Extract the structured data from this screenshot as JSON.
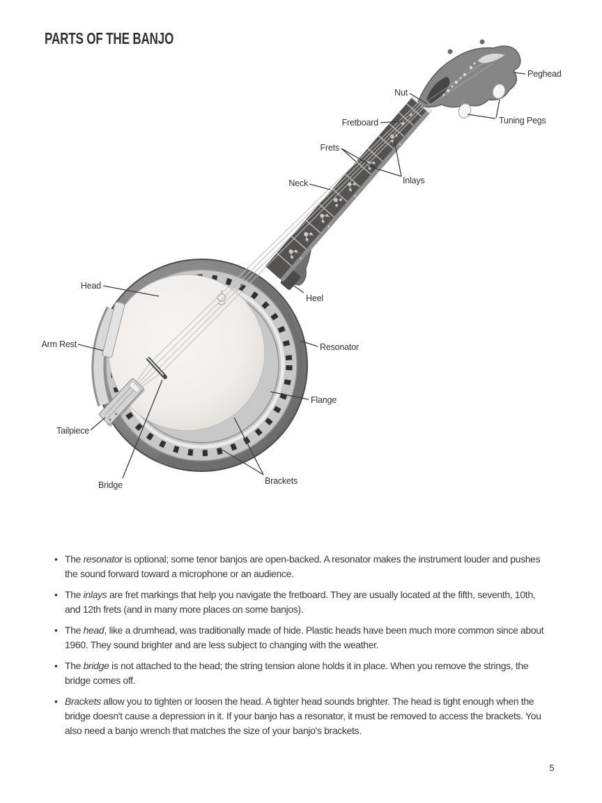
{
  "page": {
    "title": "PARTS OF THE BANJO",
    "page_number": "5"
  },
  "diagram": {
    "figure": "labeled photo of a four-string resonator banjo, angled with peghead at top right and pot at lower left",
    "labels": {
      "peghead": "Peghead",
      "nut": "Nut",
      "fretboard": "Fretboard",
      "tuning_pegs": "Tuning Pegs",
      "frets": "Frets",
      "inlays": "Inlays",
      "neck": "Neck",
      "head": "Head",
      "heel": "Heel",
      "arm_rest": "Arm Rest",
      "resonator": "Resonator",
      "flange": "Flange",
      "tailpiece": "Tailpiece",
      "bridge": "Bridge",
      "brackets": "Brackets"
    }
  },
  "bullets": [
    {
      "pre": "The ",
      "italic": "resonator",
      "rest": " is optional; some tenor banjos are open-backed. A resonator makes the instrument louder and pushes the sound forward toward a microphone or an audience."
    },
    {
      "pre": "The ",
      "italic": "inlays",
      "rest": " are fret markings that help you navigate the fretboard. They are usually located at the fifth, seventh, 10th, and 12th frets (and in many more places on some banjos)."
    },
    {
      "pre": "The ",
      "italic": "head",
      "rest": ", like a drumhead, was traditionally made of hide. Plastic heads have been much more common since about 1960. They sound brighter and are less subject to changing with the weather."
    },
    {
      "pre": "The ",
      "italic": "bridge",
      "rest": " is not attached to the head; the string tension alone holds it in place. When you remove the strings, the bridge comes off."
    },
    {
      "pre": "",
      "italic": "Brackets",
      "rest": " allow you to tighten or loosen the head. A tighter head sounds brighter. The head is tight enough when the bridge doesn't cause a depression in it. If your banjo has a resonator, it must be removed to access the brackets. You also need a banjo wrench that matches the size of your banjo's brackets."
    }
  ],
  "colors": {
    "paper": "#ffffff",
    "ink": "#3a3637",
    "label_ink": "#333031",
    "leader_line": "#3c3a3b",
    "banjo_dark": "#4b4b4b",
    "banjo_mid": "#868686",
    "banjo_metal": "#c8c8c8",
    "banjo_head": "#f0edea"
  }
}
